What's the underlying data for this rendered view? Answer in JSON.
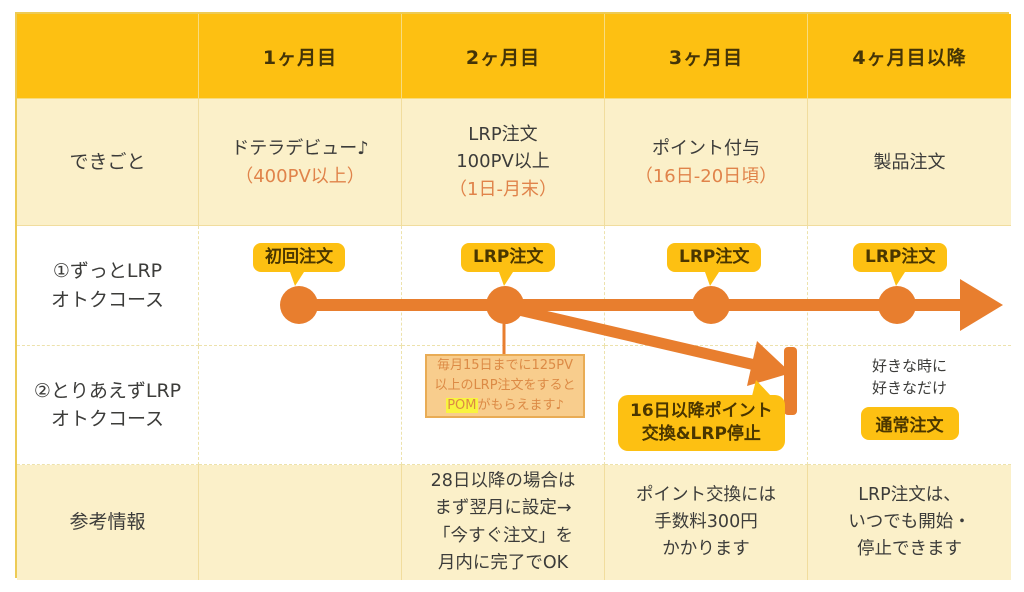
{
  "colors": {
    "amber": "#FDC012",
    "orange": "#E87E2E",
    "cream": "#FBF0C9",
    "badge_text": "#4A3600",
    "orange_text": "#E0834A",
    "note_bg": "#F8CD8D",
    "note_border": "#E9AC55",
    "note_text": "#DC8A45",
    "highlight": "#F9F43F"
  },
  "header": {
    "month1": "1ヶ月目",
    "month2": "2ヶ月目",
    "month3": "3ヶ月目",
    "month4": "4ヶ月目以降"
  },
  "row_events": {
    "label": "できごと",
    "cells": [
      {
        "main": "ドテラデビュー♪",
        "sub": "（400PV以上）"
      },
      {
        "main": "LRP注文\n100PV以上",
        "sub": "（1日-月末）"
      },
      {
        "main": "ポイント付与",
        "sub": "（16日-20日頃）"
      },
      {
        "main": "製品注文"
      }
    ]
  },
  "row_course1": {
    "label": "①ずっとLRP\nオトクコース",
    "badges": [
      "初回注文",
      "LRP注文",
      "LRP注文",
      "LRP注文"
    ]
  },
  "row_course2": {
    "label": "②とりあえずLRP\nオトクコース",
    "note_line1": "毎月15日までに125PV",
    "note_line2": "以上のLRP注文をすると",
    "note_highlight": "POM",
    "note_line3": "がもらえます♪",
    "stop_badge": "16日以降ポイント\n交換&LRP停止",
    "free_text": "好きな時に\n好きなだけ",
    "normal_badge": "通常注文"
  },
  "row_reference": {
    "label": "参考情報",
    "col2": "28日以降の場合は\nまず翌月に設定→\n「今すぐ注文」を\n月内に完了でOK",
    "col3": "ポイント交換には\n手数料300円\nかかります",
    "col4": "LRP注文は、\nいつでも開始・\n停止できます"
  }
}
